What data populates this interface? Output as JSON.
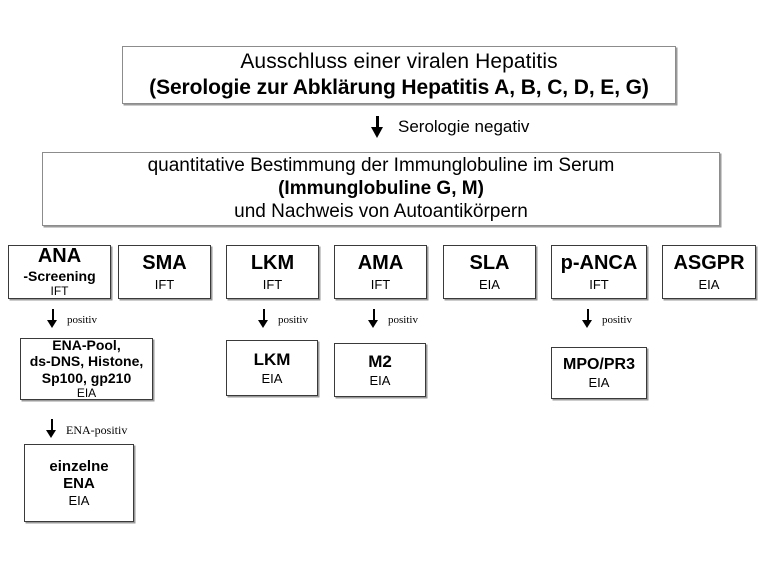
{
  "diagram": {
    "title_box": {
      "line1": "Ausschluss einer viralen Hepatitis",
      "line2": "(Serologie zur Abklärung Hepatitis A, B, C, D, E, G)"
    },
    "arrow_serologie": {
      "label": "Serologie negativ",
      "icon": "arrow-down-icon"
    },
    "immunoglobulin_box": {
      "line1": "quantitative Bestimmung der Immunglobuline im Serum",
      "line2": "(Immunglobuline G, M)",
      "line3": "und Nachweis von Autoantikörpern"
    },
    "tests": [
      {
        "name": "ANA",
        "sub": "-Screening",
        "method": "IFT"
      },
      {
        "name": "SMA",
        "sub": "",
        "method": "IFT"
      },
      {
        "name": "LKM",
        "sub": "",
        "method": "IFT"
      },
      {
        "name": "AMA",
        "sub": "",
        "method": "IFT"
      },
      {
        "name": "SLA",
        "sub": "",
        "method": "EIA"
      },
      {
        "name": "p-ANCA",
        "sub": "",
        "method": "IFT"
      },
      {
        "name": "ASGPR",
        "sub": "",
        "method": "EIA"
      }
    ],
    "positiv_arrows": [
      {
        "label": "positiv",
        "icon": "arrow-down-icon",
        "from": "ANA"
      },
      {
        "label": "positiv",
        "icon": "arrow-down-icon",
        "from": "LKM"
      },
      {
        "label": "positiv",
        "icon": "arrow-down-icon",
        "from": "AMA"
      },
      {
        "label": "positiv",
        "icon": "arrow-down-icon",
        "from": "p-ANCA"
      }
    ],
    "results": {
      "ena_pool": {
        "line1": "ENA-Pool,",
        "line2": "ds-DNS, Histone,",
        "line3": "Sp100, gp210",
        "method": "EIA"
      },
      "lkm": {
        "name": "LKM",
        "method": "EIA"
      },
      "m2": {
        "name": "M2",
        "method": "EIA"
      },
      "mpo": {
        "name": "MPO/PR3",
        "method": "EIA"
      }
    },
    "arrow_ena": {
      "label": "ENA-positiv",
      "icon": "arrow-down-icon"
    },
    "einzelne_ena": {
      "line1": "einzelne",
      "line2": "ENA",
      "method": "EIA"
    },
    "colors": {
      "background": "#ffffff",
      "text": "#000000",
      "border": "#8c8c8c",
      "border_dark": "#3a3a3a",
      "shadow": "#9a9a9a"
    }
  }
}
